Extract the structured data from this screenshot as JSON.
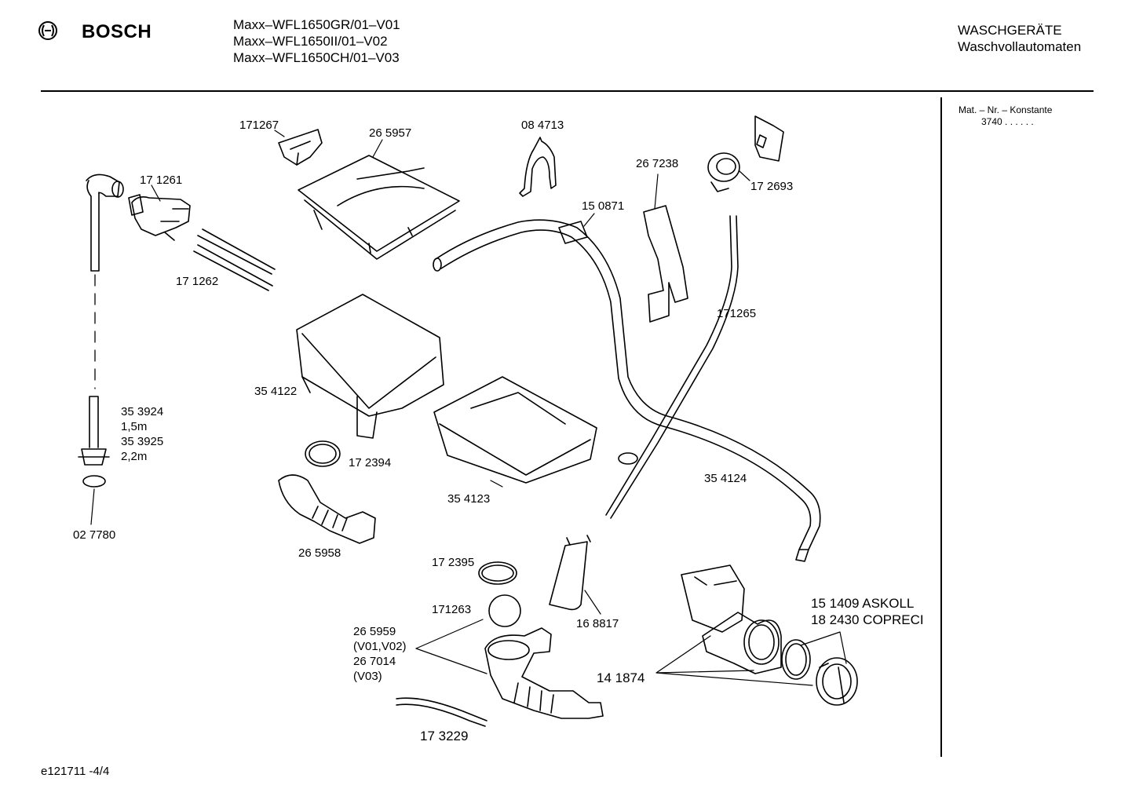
{
  "header": {
    "brand": "BOSCH",
    "models": [
      "Maxx–WFL1650GR/01–V01",
      "Maxx–WFL1650II/01–V02",
      "Maxx–WFL1650CH/01–V03"
    ],
    "category": "WASCHGERÄTE",
    "subcategory": "Waschvollautomaten",
    "mat_label": "Mat. – Nr. – Konstante",
    "mat_value": "3740 .  .    .  .  .  ."
  },
  "parts": {
    "p171267": "171267",
    "p265957": "26 5957",
    "p084713": "08 4713",
    "p267238": "26 7238",
    "p172693": "17 2693",
    "p171261": "17 1261",
    "p150871": "15 0871",
    "p171262": "17 1262",
    "p171265": "171265",
    "p354122": "35 4122",
    "p353924": "35 3924",
    "len1": "1,5m",
    "p353925": "35 3925",
    "len2": "2,2m",
    "p172394": "17 2394",
    "p354123": "35 4123",
    "p354124": "35 4124",
    "p027780": "02 7780",
    "p265958": "26 5958",
    "p172395": "17 2395",
    "p171263": "171263",
    "p168817": "16 8817",
    "p265959": "26 5959",
    "v0102": "(V01,V02)",
    "p267014": "26 7014",
    "v03": "(V03)",
    "p141874": "14 1874",
    "p151409": "15 1409  ASKOLL",
    "p182430": "18 2430  COPRECI",
    "p173229": "17 3229"
  },
  "footer": {
    "doc_id": "e121711 -4/4"
  }
}
